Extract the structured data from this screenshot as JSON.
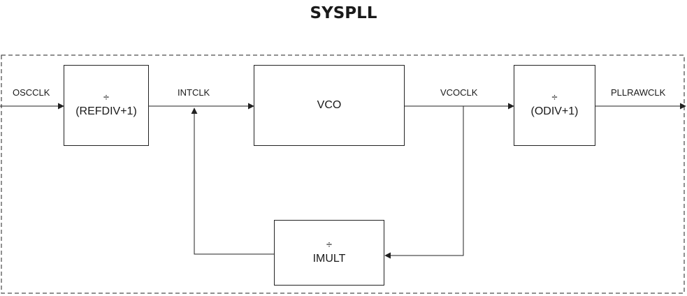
{
  "title": "SYSPLL",
  "signals": {
    "input": "OSCCLK",
    "intclk": "INTCLK",
    "vcoclk": "VCOCLK",
    "output": "PLLRAWCLK"
  },
  "blocks": {
    "refdiv": {
      "symbol": "÷",
      "label": "(REFDIV+1)"
    },
    "vco": {
      "label": "VCO"
    },
    "odiv": {
      "symbol": "÷",
      "label": "(ODIV+1)"
    },
    "imult": {
      "symbol": "÷",
      "label": "IMULT"
    }
  },
  "colors": {
    "line": "#222222",
    "background": "#ffffff"
  }
}
